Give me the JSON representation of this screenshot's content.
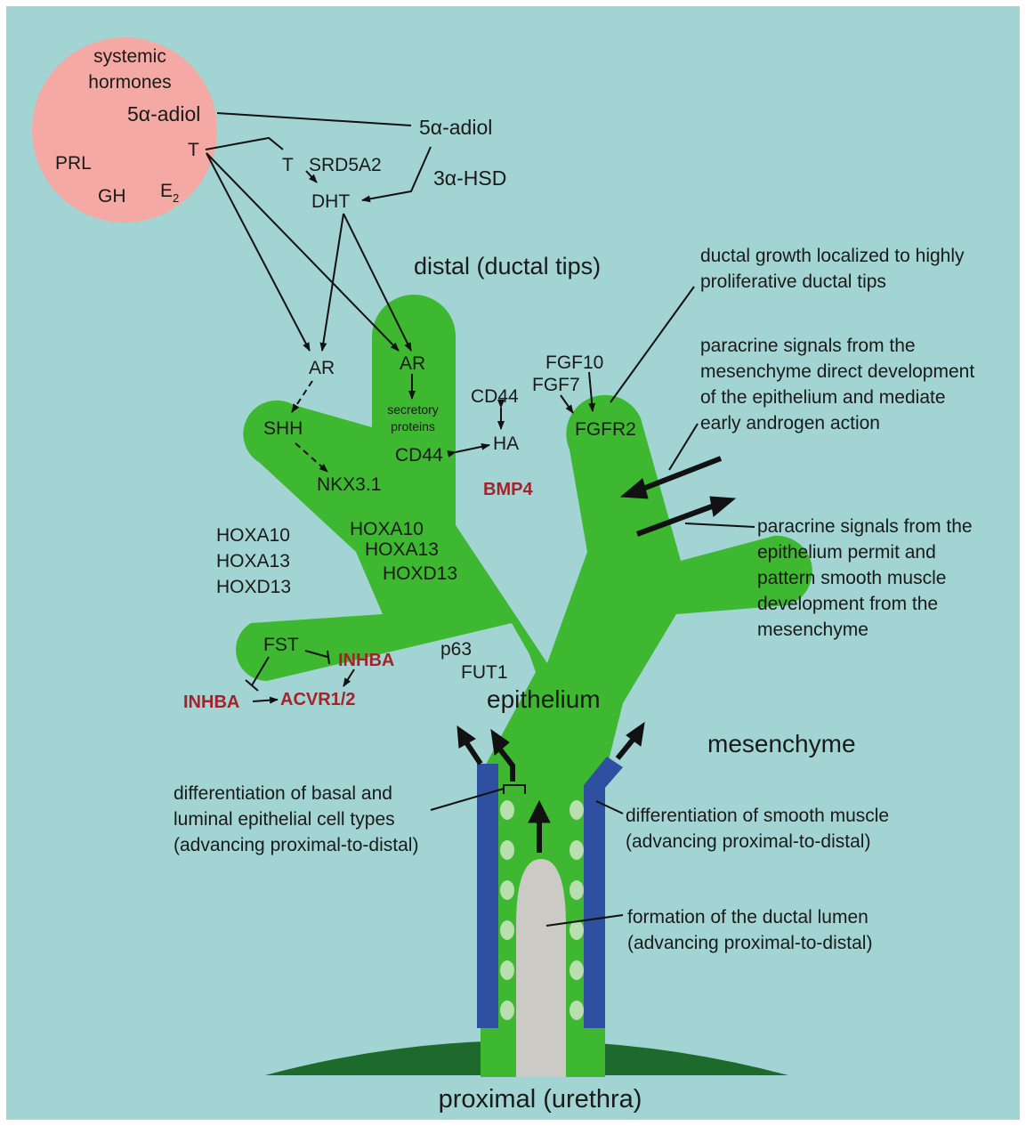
{
  "colors": {
    "background": "#a1d4d3",
    "epithelium": "#3db830",
    "hormone_circle": "#f4a9a4",
    "smooth_muscle": "#2f50a0",
    "urethra": "#1d6a2c",
    "lumen": "#cccac4",
    "lumen_spots": "#b9dfae",
    "red_text": "#a3232b"
  },
  "circle": {
    "title_line1": "systemic",
    "title_line2": "hormones",
    "adiol": "5α-adiol",
    "t": "T",
    "prl": "PRL",
    "gh": "GH",
    "e2_base": "E",
    "e2_sub": "2"
  },
  "pathway": {
    "t2": "T",
    "srd5a2": "SRD5A2",
    "dht": "DHT",
    "adiol2": "5α-adiol",
    "hsd": "3α-HSD"
  },
  "regions": {
    "distal": "distal (ductal tips)",
    "proximal": "proximal (urethra)",
    "epithelium": "epithelium",
    "mesenchyme": "mesenchyme"
  },
  "molecules": {
    "ar_left": "AR",
    "ar_right": "AR",
    "secretory1": "secretory",
    "secretory2": "proteins",
    "shh": "SHH",
    "nkx": "NKX3.1",
    "cd44_top": "CD44",
    "cd44_bottom": "CD44",
    "ha": "HA",
    "bmp4": "BMP4",
    "fgf10": "FGF10",
    "fgf7": "FGF7",
    "fgfr2": "FGFR2",
    "hoxa10_a": "HOXA10",
    "hoxa13_a": "HOXA13",
    "hoxd13_a": "HOXD13",
    "hoxa10_b": "HOXA10",
    "hoxa13_b": "HOXA13",
    "hoxd13_b": "HOXD13",
    "fst": "FST",
    "inhba_in": "INHBA",
    "inhba_out": "INHBA",
    "acvr": "ACVR1/2",
    "p63": "p63",
    "fut1": "FUT1"
  },
  "annotations": {
    "ductal_l1": "ductal growth localized to highly",
    "ductal_l2": "proliferative ductal tips",
    "para_mes_l1": "paracrine signals from the",
    "para_mes_l2": "mesenchyme direct development",
    "para_mes_l3": "of the epithelium and mediate",
    "para_mes_l4": "early androgen action",
    "para_epi_l1": "paracrine signals from the",
    "para_epi_l2": "epithelium permit and",
    "para_epi_l3": "pattern smooth muscle",
    "para_epi_l4": "development from the",
    "para_epi_l5": "mesenchyme",
    "diff_basal_l1": "differentiation of basal and",
    "diff_basal_l2": "luminal epithelial cell types",
    "diff_basal_l3": "(advancing proximal-to-distal)",
    "diff_sm_l1": "differentiation of smooth muscle",
    "diff_sm_l2": "(advancing proximal-to-distal)",
    "lumen_l1": "formation of the ductal lumen",
    "lumen_l2": "(advancing proximal-to-distal)"
  }
}
